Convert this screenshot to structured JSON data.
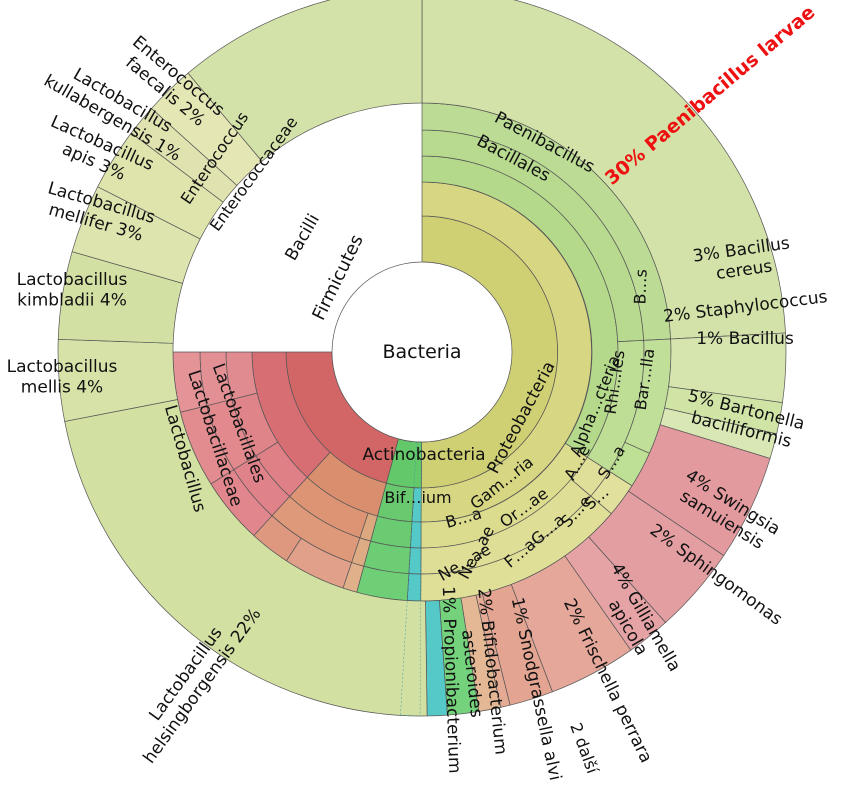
{
  "chart_data": {
    "type": "sunburst",
    "root_label": "Bacteria",
    "highlight_color": "#ee1111",
    "slices": [
      {
        "id": "firmicutes",
        "ring": 1,
        "start": 0,
        "end": 180.3,
        "color": "#cfcf73",
        "label": "Firmicutes"
      },
      {
        "id": "actinobacteria",
        "ring": 1,
        "start": 180.3,
        "end": 195.2,
        "color": "#62c86a",
        "label": "Actinobacteria"
      },
      {
        "id": "proteobacteria",
        "ring": 1,
        "start": 195.2,
        "end": 270,
        "color": "#d26666",
        "label": "Proteobacteria"
      },
      {
        "id": "bacilli",
        "ring": 2,
        "start": 0,
        "end": 180.3,
        "color": "#d6d683",
        "label": "Bacilli"
      },
      {
        "id": "propionibacteriales",
        "ring": 2,
        "start": 180.3,
        "end": 183.4,
        "color": "#55c8c8",
        "label": ""
      },
      {
        "id": "bifidobacteriales",
        "ring": 2,
        "start": 183.4,
        "end": 195.2,
        "color": "#68c96f",
        "label": "Bif…ium"
      },
      {
        "id": "gammaproteobacteria",
        "ring": 2,
        "start": 195.2,
        "end": 222.5,
        "color": "#d98e6e",
        "label": "Gam…ria"
      },
      {
        "id": "alphaproteobacteria",
        "ring": 2,
        "start": 222.5,
        "end": 270,
        "color": "#d66e74",
        "label": "Alpha…cteria"
      },
      {
        "id": "bacillales",
        "ring": 3,
        "start": 0,
        "end": 122.5,
        "color": "#b4d98a",
        "label": "Bacillales"
      },
      {
        "id": "lactobacillales",
        "ring": 3,
        "start": 122.5,
        "end": 180.3,
        "color": "#dcdc8f",
        "label": "Lactobacillales"
      },
      {
        "id": "propionibacteriales-3",
        "ring": 3,
        "start": 180.3,
        "end": 183.4,
        "color": "#55c8c8",
        "label": ""
      },
      {
        "id": "bifidobacteriales-3",
        "ring": 3,
        "start": 183.4,
        "end": 195.2,
        "color": "#6acb72",
        "label": "B…a"
      },
      {
        "id": "neisseriales",
        "ring": 3,
        "start": 195.2,
        "end": 198.5,
        "color": "#dba880",
        "label": "Ne…ae"
      },
      {
        "id": "orbales",
        "ring": 3,
        "start": 198.5,
        "end": 222.5,
        "color": "#dc9474",
        "label": "Or…ae"
      },
      {
        "id": "acetobacterales",
        "ring": 3,
        "start": 222.5,
        "end": 238,
        "color": "#df7f86",
        "label": "A…e"
      },
      {
        "id": "rhizobiales",
        "ring": 3,
        "start": 238,
        "end": 256,
        "color": "#df8589",
        "label": "Rhi…les"
      },
      {
        "id": "sphingomonadales",
        "ring": 3,
        "start": 256,
        "end": 270,
        "color": "#df8b8f",
        "label": "S…e"
      },
      {
        "id": "paenibacillaceae",
        "ring": 4,
        "start": 0,
        "end": 87,
        "color": "#b8da8f",
        "label": "Paenibacillus"
      },
      {
        "id": "bacillales-other",
        "ring": 4,
        "start": 87,
        "end": 122.5,
        "color": "#bede95",
        "label": "B…s"
      },
      {
        "id": "enterococcaceae",
        "ring": 4,
        "start": 122.5,
        "end": 130.5,
        "color": "#e0df99",
        "label": "Enterococcaceae"
      },
      {
        "id": "lactobacillaceae",
        "ring": 4,
        "start": 130.5,
        "end": 180.3,
        "color": "#dede96",
        "label": "Lactobacillaceae"
      },
      {
        "id": "propionibacteriaceae",
        "ring": 4,
        "start": 180.3,
        "end": 183.4,
        "color": "#55c8c8",
        "label": ""
      },
      {
        "id": "bifidobacteriaceae",
        "ring": 4,
        "start": 183.4,
        "end": 195.2,
        "color": "#6ccd75",
        "label": "Ne…ae"
      },
      {
        "id": "neisseriaceae",
        "ring": 4,
        "start": 195.2,
        "end": 198.5,
        "color": "#ddac85",
        "label": "…e"
      },
      {
        "id": "orbaceae",
        "ring": 4,
        "start": 198.5,
        "end": 222.5,
        "color": "#de997a",
        "label": "F…aG…a"
      },
      {
        "id": "acetobacteraceae",
        "ring": 4,
        "start": 222.5,
        "end": 238,
        "color": "#e08289",
        "label": "S…a"
      },
      {
        "id": "bartonellaceae",
        "ring": 4,
        "start": 238,
        "end": 256,
        "color": "#e1898d",
        "label": "Bar…lla"
      },
      {
        "id": "sphingomonadaceae",
        "ring": 4,
        "start": 256,
        "end": 270,
        "color": "#e29094",
        "label": "S…"
      },
      {
        "id": "paenibacillus",
        "ring": 5,
        "start": 0,
        "end": 87,
        "color": "#bcdc95",
        "label": "Paenibacillus"
      },
      {
        "id": "bacillus",
        "ring": 5,
        "start": 87,
        "end": 114,
        "color": "#c0df98",
        "label": ""
      },
      {
        "id": "staphylococcus",
        "ring": 5,
        "start": 114,
        "end": 122.5,
        "color": "#bde094",
        "label": ""
      },
      {
        "id": "enterococcus",
        "ring": 5,
        "start": 122.5,
        "end": 130.5,
        "color": "#e2e09d",
        "label": "Enterococcus"
      },
      {
        "id": "lactobacillus",
        "ring": 5,
        "start": 130.5,
        "end": 180.3,
        "color": "#dfdf98",
        "label": "Lactobacillus"
      },
      {
        "id": "propionibacterium",
        "ring": 5,
        "start": 180.3,
        "end": 183.4,
        "color": "#55c8c8",
        "label": ""
      },
      {
        "id": "bifidobacterium",
        "ring": 5,
        "start": 183.4,
        "end": 195.2,
        "color": "#6ecf77",
        "label": ""
      },
      {
        "id": "snodgrassella",
        "ring": 5,
        "start": 195.2,
        "end": 198.5,
        "color": "#e0b08a",
        "label": ""
      },
      {
        "id": "gilliamella",
        "ring": 5,
        "start": 198.5,
        "end": 213,
        "color": "#e0a08a",
        "label": ""
      },
      {
        "id": "frischella",
        "ring": 5,
        "start": 213,
        "end": 222.5,
        "color": "#de9880",
        "label": ""
      },
      {
        "id": "bombella",
        "ring": 5,
        "start": 222.5,
        "end": 238,
        "color": "#e0868c",
        "label": ""
      },
      {
        "id": "bartonella",
        "ring": 5,
        "start": 238,
        "end": 256,
        "color": "#e28c90",
        "label": ""
      },
      {
        "id": "sphingomonas",
        "ring": 5,
        "start": 256,
        "end": 270,
        "color": "#e49397",
        "label": ""
      },
      {
        "id": "paenibacillus-larvae",
        "ring": 6,
        "start": 0,
        "end": 87,
        "color": "#d3e2a8",
        "label": "30% Paenibacillus larvae",
        "highlight": true
      },
      {
        "id": "bacillus-cereus",
        "ring": 6,
        "start": 87,
        "end": 98,
        "color": "#d6e5ae",
        "label": "3% Bacillus cereus"
      },
      {
        "id": "staphylococcus-sp",
        "ring": 6,
        "start": 98,
        "end": 103,
        "color": "#d0e4a6",
        "label": "2% Staphylococcus"
      },
      {
        "id": "bacillus-sp",
        "ring": 6,
        "start": 103,
        "end": 107,
        "color": "#d8e7b3",
        "label": "1% Bacillus"
      },
      {
        "id": "bartonella-bacilliformis",
        "ring": 6,
        "start": 107,
        "end": 124,
        "color": "#e29a9e",
        "label": "5% Bartonella bacilliformis"
      },
      {
        "id": "swingsia-samuiensis",
        "ring": 6,
        "start": 124,
        "end": 138,
        "color": "#e39ea2",
        "label": "4% Swingsia samuiensis"
      },
      {
        "id": "sphingomonas-sp",
        "ring": 6,
        "start": 138,
        "end": 145,
        "color": "#e5a3a6",
        "label": "2% Sphingomonas"
      },
      {
        "id": "gilliamella-apicola",
        "ring": 6,
        "start": 145,
        "end": 159,
        "color": "#e5a79a",
        "label": "4% Gilliamella apicola"
      },
      {
        "id": "frischella-perrara",
        "ring": 6,
        "start": 159,
        "end": 166,
        "color": "#e3a491",
        "label": "2% Frischella perrara"
      },
      {
        "id": "other-2",
        "ring": 6,
        "start": 166,
        "end": 167.5,
        "color": "#e4aa94",
        "label": "2 další"
      },
      {
        "id": "snodgrassella-alvi",
        "ring": 6,
        "start": 167.5,
        "end": 171,
        "color": "#e4b895",
        "label": "1% Snodgrassella alvi"
      },
      {
        "id": "bifidobacterium-asteroides",
        "ring": 6,
        "start": 171,
        "end": 176,
        "color": "#74d27c",
        "label": "2% Bifidobacterium asteroides"
      },
      {
        "id": "propionibacterium-sp",
        "ring": 6,
        "start": 176,
        "end": 179.2,
        "color": "#55c8c8",
        "label": "1% Propionibacterium"
      },
      {
        "id": "lactobacillus-helsingborgensis",
        "ring": 6,
        "start": 179.2,
        "end": 259,
        "color": "#d2e0a2",
        "label": "Lactobacillus helsingborgensis 22%"
      },
      {
        "id": "lactobacillus-mellis",
        "ring": 6,
        "start": 259,
        "end": 272,
        "color": "#d6e2a8",
        "label": "Lactobacillus mellis 4%"
      },
      {
        "id": "lactobacillus-kimbladii",
        "ring": 6,
        "start": 272,
        "end": 286,
        "color": "#d3e0a4",
        "label": "Lactobacillus kimbladii 4%"
      },
      {
        "id": "lactobacillus-mellifer",
        "ring": 6,
        "start": 286,
        "end": 297,
        "color": "#dde4ae",
        "label": "Lactobacillus mellifer 3%"
      },
      {
        "id": "lactobacillus-apis",
        "ring": 6,
        "start": 297,
        "end": 307,
        "color": "#dfe3ac",
        "label": "Lactobacillus apis 3%"
      },
      {
        "id": "lactobacillus-kullabergensis",
        "ring": 6,
        "start": 307,
        "end": 312,
        "color": "#e0e3b0",
        "label": "Lactobacillus kullabergensis 1%"
      },
      {
        "id": "enterococcus-faecalis",
        "ring": 6,
        "start": 312,
        "end": 320,
        "color": "#e4e6b4",
        "label": "Enterococcus faecalis 2%"
      },
      {
        "id": "paenibacillus-larvae-rest",
        "ring": 6,
        "start": 320,
        "end": 360,
        "color": "#d3e2a8",
        "label": ""
      }
    ]
  }
}
